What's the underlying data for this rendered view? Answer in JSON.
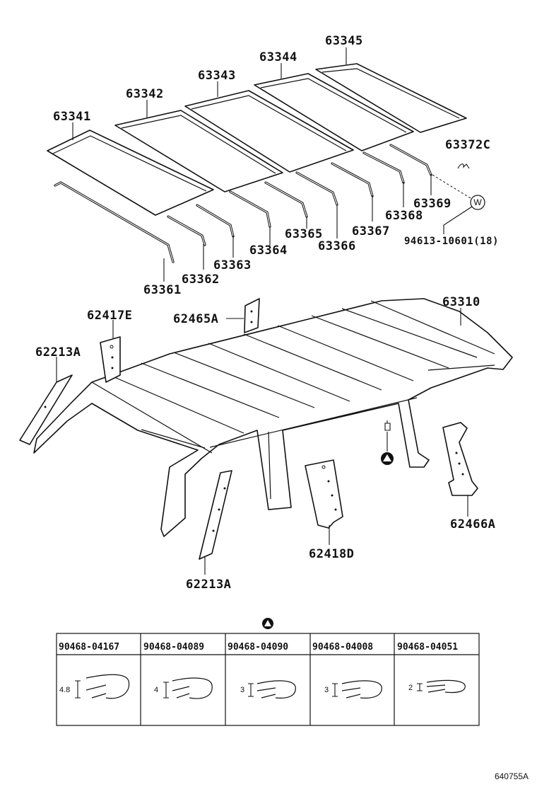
{
  "roof_panels": {
    "p1": "63341",
    "p2": "63342",
    "p3": "63343",
    "p4": "63344",
    "p5": "63345"
  },
  "roof_strips": {
    "s1": "63361",
    "s2": "63362",
    "s3": "63363",
    "s4": "63364",
    "s5": "63365",
    "s6": "63366",
    "s7": "63367",
    "s8": "63368",
    "s9": "63369"
  },
  "misc": {
    "clip": "63372C",
    "w_marker": "W",
    "screw": "94613-10601(18)",
    "headliner": "63310"
  },
  "trims": {
    "front_pillar_left": "62213A",
    "front_pillar_right": "62213A",
    "upper_left": "62417E",
    "center_pillar": "62465A",
    "rear_pillar": "62466A",
    "quarter_trim": "62418D"
  },
  "clip_table": {
    "marker": "A",
    "columns": [
      {
        "part": "90468-04167",
        "dim": "4.8"
      },
      {
        "part": "90468-04089",
        "dim": "4"
      },
      {
        "part": "90468-04090",
        "dim": "3"
      },
      {
        "part": "90468-04008",
        "dim": "3"
      },
      {
        "part": "90468-04051",
        "dim": "2"
      }
    ]
  },
  "diagram_code": "640755A"
}
